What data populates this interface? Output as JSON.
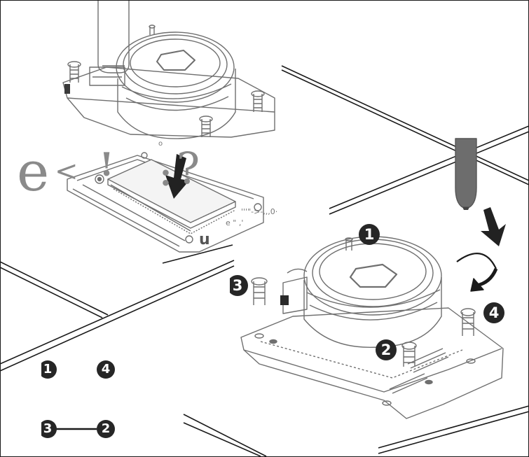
{
  "steps": {
    "s1": "1",
    "s2": "2",
    "s3": "3",
    "s4": "4"
  },
  "legend": {
    "top_left": "1",
    "top_right": "4",
    "bottom_left": "3",
    "bottom_right": "2"
  },
  "artifacts": {
    "large_e": "e",
    "glyph_a": "<",
    "glyph_b": "!",
    "glyph_c": "?",
    "glyph_d": ":",
    "noise_a": "e  \" ,'",
    "noise_b": "'''\"->-,,,0·",
    "noise_c": "o",
    "noise_d": "u"
  },
  "colors": {
    "badge": "#262626",
    "line": "#1a1a1a",
    "art": "#6f6f6f",
    "screwdriver": "#6d6d6d"
  }
}
